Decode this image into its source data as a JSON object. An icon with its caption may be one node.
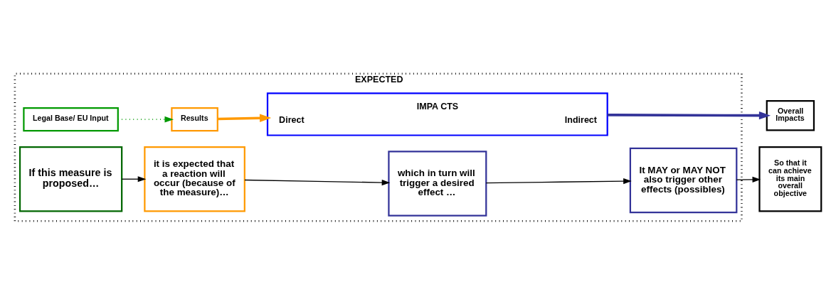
{
  "diagram": {
    "nodes": [
      {
        "text": [
          "EXPECTED"
        ]
      },
      {
        "text": [
          "Legal Base/ EU Input"
        ],
        "in": 0
      },
      {
        "text": [
          "Results"
        ],
        "in": 0
      },
      {
        "text": [
          "IMPA CTS",
          "Direct",
          "Indirect"
        ],
        "in": 0
      },
      {
        "text": [
          "If this measure is proposed…"
        ],
        "in": 0
      },
      {
        "text": [
          "it is expected that a reaction will occur (because of the measure)…"
        ],
        "in": 0
      },
      {
        "text": [
          "which in turn will trigger a desired effect …"
        ],
        "in": 0
      },
      {
        "text": [
          "It MAY or MAY NOT also trigger other effects (possibles)"
        ],
        "in": 0
      },
      {
        "text": [
          "Overall Impacts"
        ]
      },
      {
        "text": [
          "So that it can achieve its main overall objective"
        ]
      }
    ],
    "edges": [
      {
        "from": 1,
        "to": 2,
        "arrow": "to",
        "style": "dashed",
        "color": "#009900"
      },
      {
        "from": 2,
        "to": 3,
        "arrow": "to",
        "style": "thick",
        "color": "#ff9900"
      },
      {
        "from": 3,
        "to": 8,
        "arrow": "to",
        "style": "thick",
        "color": "#333399"
      },
      {
        "from": 4,
        "to": 5,
        "arrow": "to"
      },
      {
        "from": 5,
        "to": 6,
        "arrow": "to"
      },
      {
        "from": 6,
        "to": 7,
        "arrow": "to"
      },
      {
        "from": 7,
        "to": 9,
        "arrow": "to"
      }
    ]
  }
}
